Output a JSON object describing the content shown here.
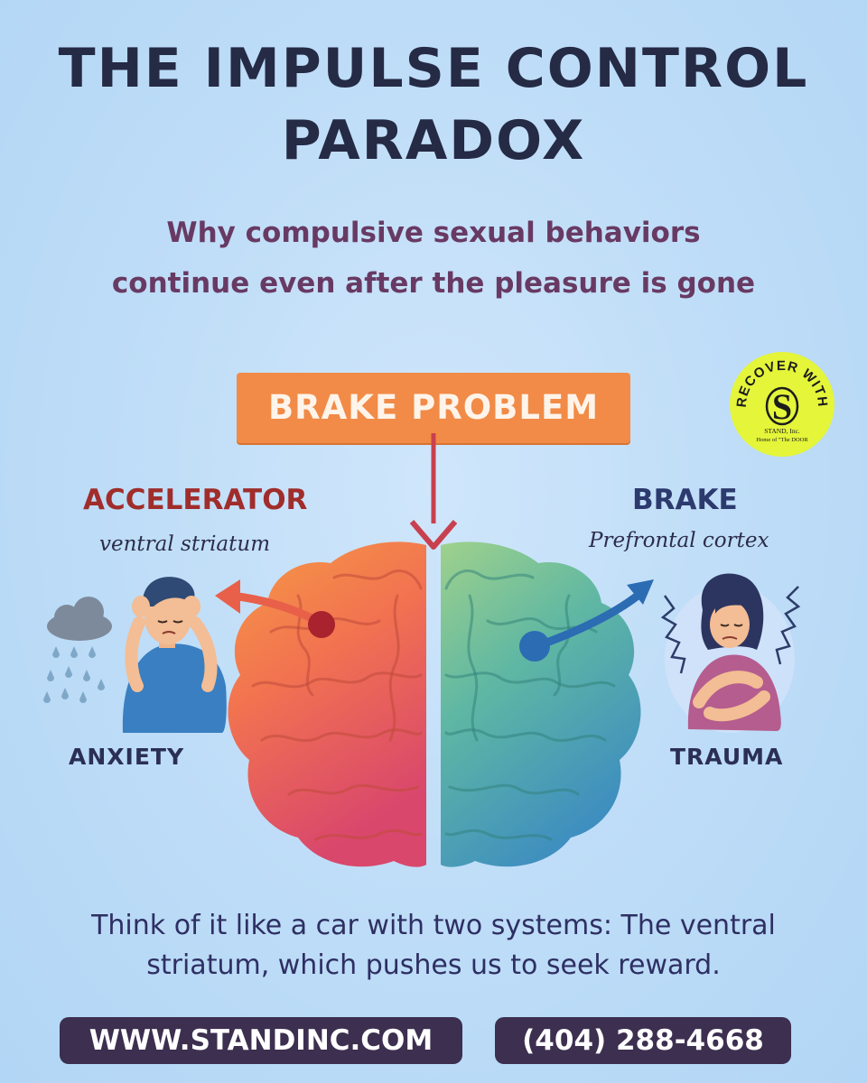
{
  "title": {
    "line1": "THE IMPULSE CONTROL",
    "line2": "PARADOX"
  },
  "subtitle": {
    "line1": "Why compulsive sexual behaviors",
    "line2": "continue even after the pleasure is gone"
  },
  "diagram": {
    "banner": "BRAKE PROBLEM",
    "accelerator": {
      "label": "ACCELERATOR",
      "sublabel": "ventral striatum",
      "color": "#a02d2b"
    },
    "brake": {
      "label": "BRAKE",
      "sublabel": "Prefrontal cortex",
      "color": "#2c3a6e"
    },
    "left_figure": {
      "label": "ANXIETY",
      "icon": "anxious-man-icon"
    },
    "right_figure": {
      "label": "TRAUMA",
      "icon": "distressed-woman-icon"
    },
    "weather_icon": "rain-cloud-icon",
    "brain_icon": "brain-icon"
  },
  "logo": {
    "arc_text": "RECOVER WITH",
    "letter": "S",
    "line1": "STAND, Inc.",
    "line2": "Home of \"The DOOR",
    "color": "#e4f53a"
  },
  "body": {
    "line1": "Think of it like a car with two systems: The ventral",
    "line2": "striatum, which pushes us to seek reward."
  },
  "footer": {
    "website": "WWW.STANDINC.COM",
    "phone": "(404) 288-4668"
  },
  "colors": {
    "background": "#bddcf7",
    "title": "#252a45",
    "subtitle": "#683a63",
    "banner": "#f18b47",
    "pill": "#3c2f4f"
  }
}
